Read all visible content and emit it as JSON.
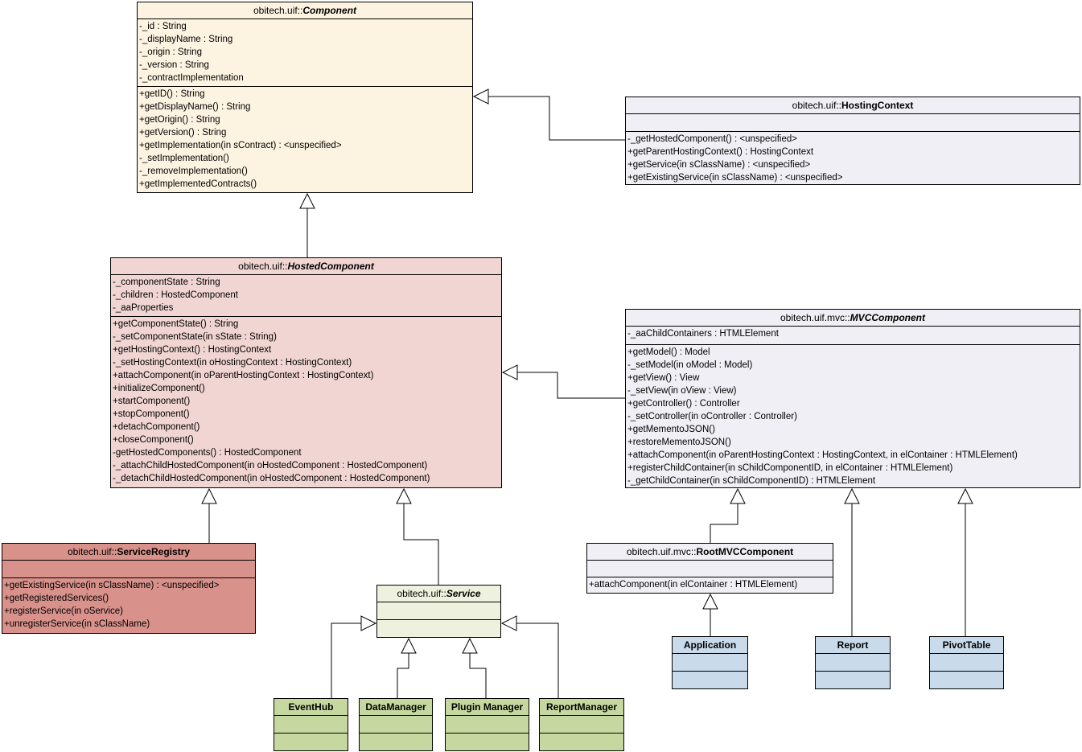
{
  "classes": {
    "component": {
      "package": "obitech.uif::",
      "name": "Component",
      "abstract": true,
      "fill": "#fdf3e1",
      "attributes": [
        "-_id : String",
        "-_displayName : String",
        "-_origin : String",
        "-_version : String",
        "-_contractImplementation"
      ],
      "methods": [
        "+getID() : String",
        "+getDisplayName() : String",
        "+getOrigin() : String",
        "+getVersion() : String",
        "+getImplementation(in sContract) : <unspecified>",
        "-_setImplementation()",
        "-_removeImplementation()",
        "+getImplementedContracts()"
      ]
    },
    "hostingContext": {
      "package": "obitech.uif::",
      "name": "HostingContext",
      "abstract": false,
      "fill": "#f0eff5",
      "attributes": [],
      "methods": [
        "-_getHostedComponent() : <unspecified>",
        "+getParentHostingContext() : HostingContext",
        "+getService(in sClassName) : <unspecified>",
        "+getExistingService(in sClassName) : <unspecified>"
      ]
    },
    "hostedComponent": {
      "package": "obitech.uif::",
      "name": "HostedComponent",
      "abstract": true,
      "fill": "#f0d5d2",
      "attributes": [
        "-_componentState : String",
        "-_children : HostedComponent",
        "-_aaProperties"
      ],
      "methods": [
        "+getComponentState() : String",
        "-_setComponentState(in sState : String)",
        "+getHostingContext() : HostingContext",
        "-_setHostingContext(in oHostingContext : HostingContext)",
        "+attachComponent(in oParentHostingContext : HostingContext)",
        "+initializeComponent()",
        "+startComponent()",
        "+stopComponent()",
        "+detachComponent()",
        "+closeComponent()",
        "-getHostedComponents() : HostedComponent",
        "-_attachChildHostedComponent(in oHostedComponent : HostedComponent)",
        "-_detachChildHostedComponent(in oHostedComponent : HostedComponent)"
      ]
    },
    "mvcComponent": {
      "package": "obitech.uif.mvc::",
      "name": "MVCComponent",
      "abstract": true,
      "fill": "#f0eff5",
      "attributes": [
        "-_aaChildContainers : HTMLElement"
      ],
      "methods": [
        "+getModel() : Model",
        "-_setModel(in oModel : Model)",
        "+getView() : View",
        "-_setView(in oView : View)",
        "+getController() : Controller",
        "-_setController(in oController : Controller)",
        "+getMementoJSON()",
        "+restoreMementoJSON()",
        "+attachComponent(in oParentHostingContext : HostingContext, in elContainer : HTMLElement)",
        "+registerChildContainer(in sChildComponentID, in elContainer : HTMLElement)",
        "-_getChildContainer(in sChildComponentID) : HTMLElement"
      ]
    },
    "serviceRegistry": {
      "package": "obitech.uif::",
      "name": "ServiceRegistry",
      "abstract": false,
      "fill": "#d8918b",
      "attributes": [],
      "methods": [
        "+getExistingService(in sClassName) : <unspecified>",
        "+getRegisteredServices()",
        "+registerService(in oService)",
        "+unregisterService(in sClassName)"
      ]
    },
    "service": {
      "package": "obitech.uif::",
      "name": "Service",
      "abstract": true,
      "fill": "#edf1dd",
      "attributes": [],
      "methods": []
    },
    "rootMvcComponent": {
      "package": "obitech.uif.mvc::",
      "name": "RootMVCComponent",
      "abstract": false,
      "fill": "#f0eff5",
      "attributes": [],
      "methods": [
        "+attachComponent(in elContainer : HTMLElement)"
      ]
    },
    "application": {
      "package": "",
      "name": "Application",
      "abstract": false,
      "fill": "#c9daea",
      "attributes": [],
      "methods": []
    },
    "report": {
      "package": "",
      "name": "Report",
      "abstract": false,
      "fill": "#c9daea",
      "attributes": [],
      "methods": []
    },
    "pivotTable": {
      "package": "",
      "name": "PivotTable",
      "abstract": false,
      "fill": "#c9daea",
      "attributes": [],
      "methods": []
    },
    "eventHub": {
      "package": "",
      "name": "EventHub",
      "abstract": false,
      "fill": "#c6d89f",
      "attributes": [],
      "methods": []
    },
    "dataManager": {
      "package": "",
      "name": "DataManager",
      "abstract": false,
      "fill": "#c6d89f",
      "attributes": [],
      "methods": []
    },
    "pluginManager": {
      "package": "",
      "name": "Plugin Manager",
      "abstract": false,
      "fill": "#c6d89f",
      "attributes": [],
      "methods": []
    },
    "reportManager": {
      "package": "",
      "name": "ReportManager",
      "abstract": false,
      "fill": "#c6d89f",
      "attributes": [],
      "methods": []
    }
  },
  "relationships": [
    {
      "type": "generalization",
      "from": "obitech.uif::HostedComponent",
      "to": "obitech.uif::Component"
    },
    {
      "type": "generalization",
      "from": "obitech.uif::HostingContext",
      "to": "obitech.uif::Component"
    },
    {
      "type": "generalization",
      "from": "obitech.uif.mvc::MVCComponent",
      "to": "obitech.uif::HostedComponent"
    },
    {
      "type": "generalization",
      "from": "obitech.uif::ServiceRegistry",
      "to": "obitech.uif::HostedComponent"
    },
    {
      "type": "generalization",
      "from": "obitech.uif::Service",
      "to": "obitech.uif::HostedComponent"
    },
    {
      "type": "generalization",
      "from": "obitech.uif.mvc::RootMVCComponent",
      "to": "obitech.uif.mvc::MVCComponent"
    },
    {
      "type": "generalization",
      "from": "Report",
      "to": "obitech.uif.mvc::MVCComponent"
    },
    {
      "type": "generalization",
      "from": "PivotTable",
      "to": "obitech.uif.mvc::MVCComponent"
    },
    {
      "type": "generalization",
      "from": "Application",
      "to": "obitech.uif.mvc::RootMVCComponent"
    },
    {
      "type": "generalization",
      "from": "EventHub",
      "to": "obitech.uif::Service"
    },
    {
      "type": "generalization",
      "from": "DataManager",
      "to": "obitech.uif::Service"
    },
    {
      "type": "generalization",
      "from": "Plugin Manager",
      "to": "obitech.uif::Service"
    },
    {
      "type": "generalization",
      "from": "ReportManager",
      "to": "obitech.uif::Service"
    }
  ],
  "line_color": "#000000",
  "background_color": "#ffffff"
}
